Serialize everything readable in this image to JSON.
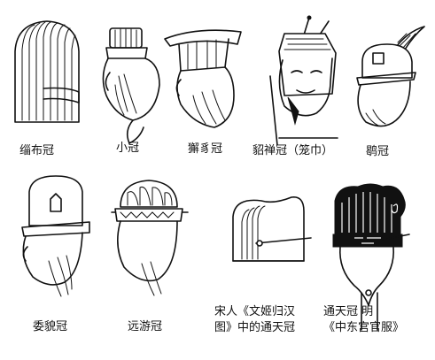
{
  "captions": {
    "c1": "缁布冠",
    "c2": "小冠",
    "c3": "獬豸冠",
    "c4": "貂禅冠（笼巾）",
    "c5": "鹖冠",
    "c6": "委貌冠",
    "c7": "远游冠",
    "c8_line1": "宋人《文姬归汉",
    "c8_line2": "图》中的通天冠",
    "c9_line1": "通天冠    明",
    "c9_line2": "《中东宫官服》"
  }
}
